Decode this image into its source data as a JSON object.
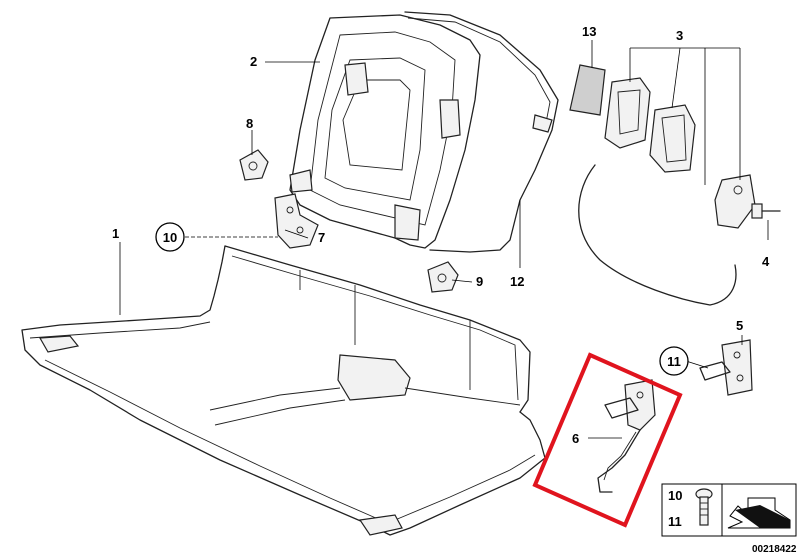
{
  "labels": {
    "p1": "1",
    "p2": "2",
    "p3": "3",
    "p4": "4",
    "p5": "5",
    "p6": "6",
    "p7": "7",
    "p8": "8",
    "p9": "9",
    "p10": "10",
    "p11": "11",
    "p12": "12",
    "p13": "13"
  },
  "legend": {
    "top": "10",
    "bottom": "11"
  },
  "doc_id": "00218422",
  "colors": {
    "highlight": "#e0141e",
    "line": "#222222"
  }
}
